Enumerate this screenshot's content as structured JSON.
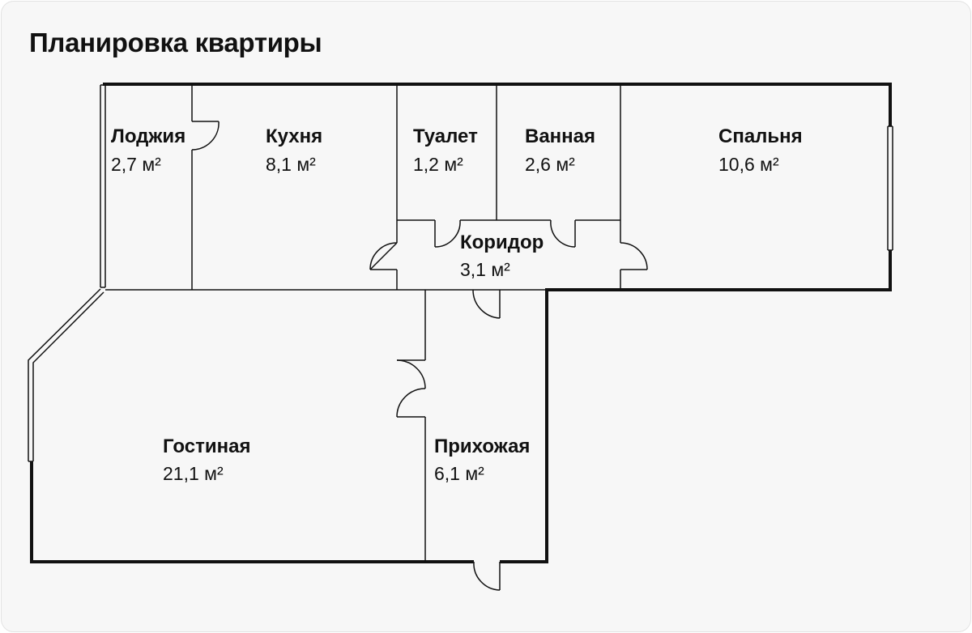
{
  "title": "Планировка квартиры",
  "rooms": [
    {
      "name": "Лоджия",
      "area": "2,7 м²"
    },
    {
      "name": "Кухня",
      "area": "8,1 м²"
    },
    {
      "name": "Туалет",
      "area": "1,2 м²"
    },
    {
      "name": "Ванная",
      "area": "2,6 м²"
    },
    {
      "name": "Спальня",
      "area": "10,6 м²"
    },
    {
      "name": "Коридор",
      "area": "3,1 м²"
    },
    {
      "name": "Гостиная",
      "area": "21,1 м²"
    },
    {
      "name": "Прихожая",
      "area": "6,1 м²"
    }
  ]
}
